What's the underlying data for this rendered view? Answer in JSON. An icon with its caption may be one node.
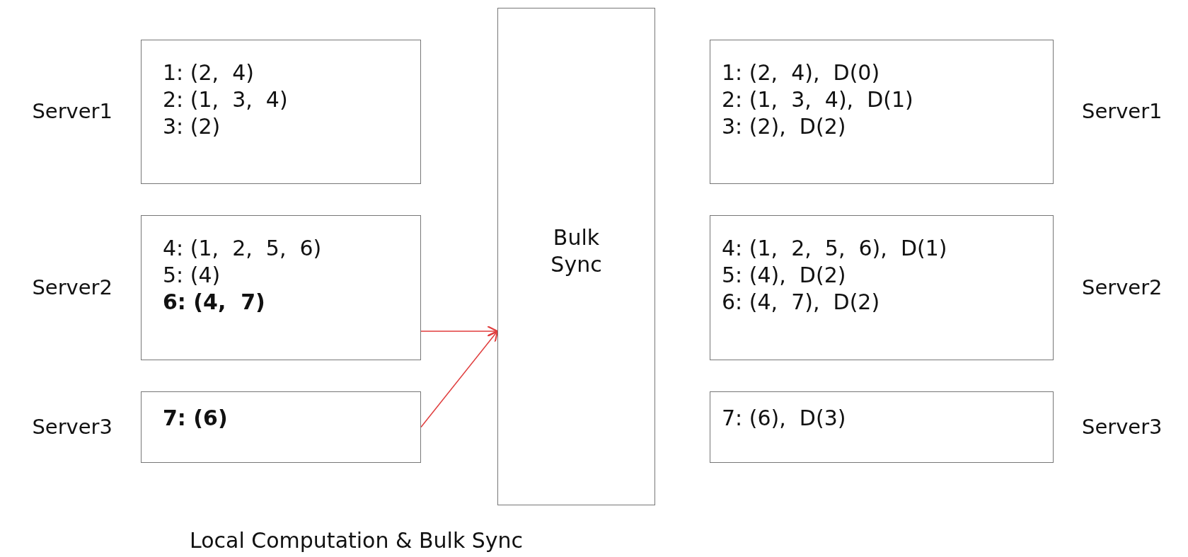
{
  "diagram": {
    "caption": "Local Computation & Bulk Sync",
    "nodes": [
      {
        "text": [
          "1: (2,  4)",
          "2: (1,  3,  4)",
          "3: (2)"
        ],
        "beside": [
          "Server1"
        ]
      },
      {
        "text": [
          "4: (1,  2,  5,  6)",
          "5: (4)",
          "**6: (4,  7)**"
        ],
        "beside": [
          "Server2"
        ]
      },
      {
        "text": [
          "**7: (6)**"
        ],
        "beside": [
          "Server3"
        ]
      },
      {
        "text": [
          "Bulk Sync"
        ]
      },
      {
        "text": [
          "1: (2,  4),  D(0)",
          "2: (1,  3,  4),  D(1)",
          "3: (2),  D(2)"
        ],
        "beside": [
          "Server1"
        ]
      },
      {
        "text": [
          "4: (1,  2,  5,  6),  D(1)",
          "5: (4),  D(2)",
          "6: (4,  7),  D(2)"
        ],
        "beside": [
          "Server2"
        ]
      },
      {
        "text": [
          "7: (6),  D(3)"
        ],
        "beside": [
          "Server3"
        ]
      }
    ],
    "edges": [
      {
        "from": 1,
        "to": 3,
        "arrow": "to",
        "color": "#e03c3c"
      },
      {
        "from": 2,
        "to": 3,
        "arrow": "to",
        "color": "#e03c3c"
      }
    ]
  }
}
